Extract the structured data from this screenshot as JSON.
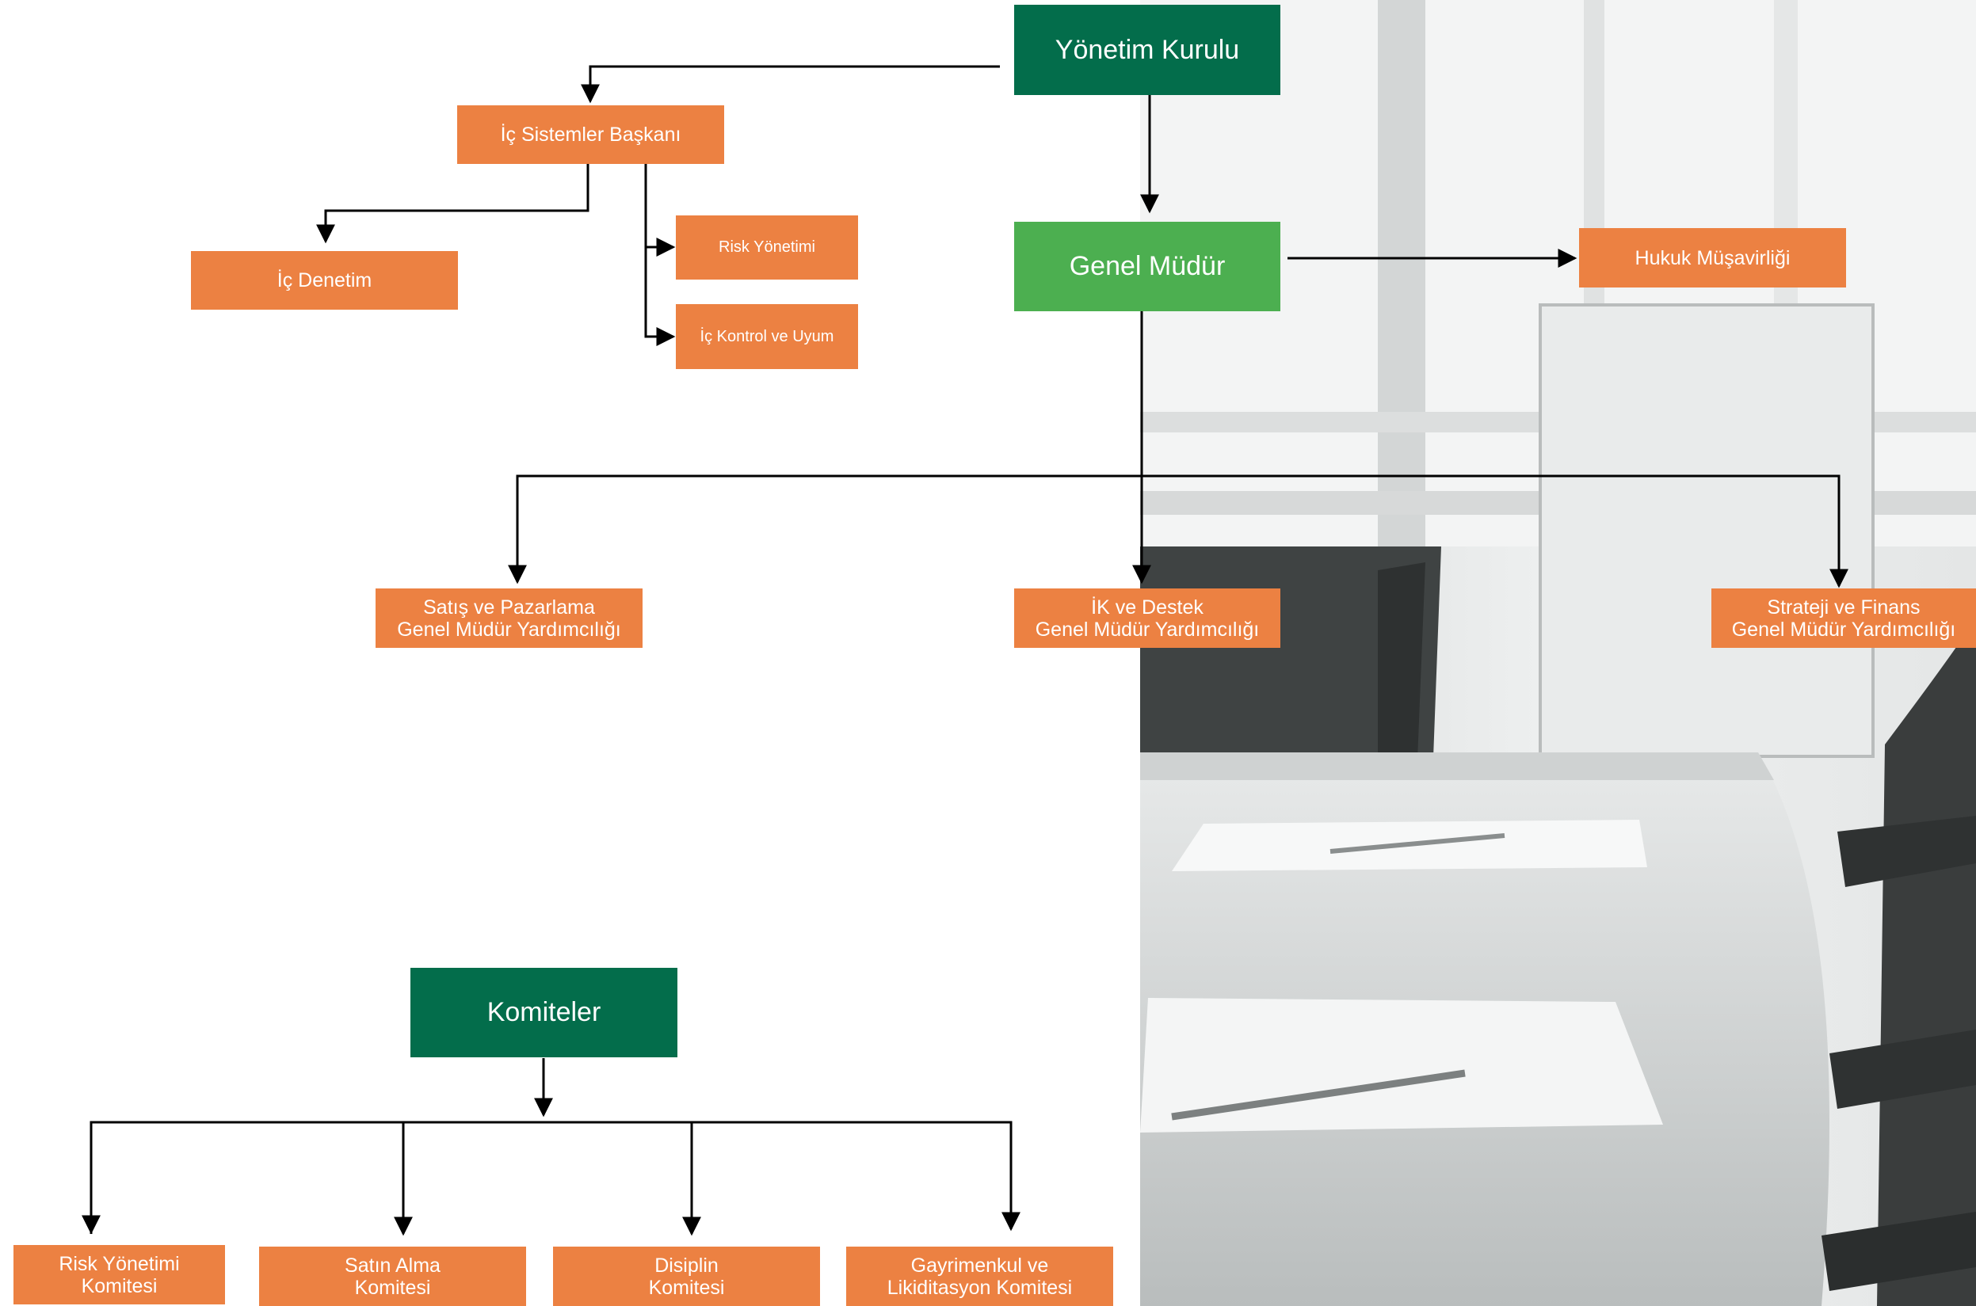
{
  "colors": {
    "dark_green": "#036d4b",
    "green": "#4caf50",
    "orange": "#ec8142",
    "connector": "#000000",
    "text": "#ffffff"
  },
  "board": {
    "label": "Yönetim Kurulu"
  },
  "general_manager": {
    "label": "Genel Müdür"
  },
  "internal_systems": {
    "head": "İç Sistemler Başkanı",
    "audit": "İç Denetim",
    "risk": "Risk Yönetimi",
    "control": "İç Kontrol ve Uyum"
  },
  "legal": {
    "label": "Hukuk Müşavirliği"
  },
  "deputies": [
    {
      "line1": "Satış ve Pazarlama",
      "line2": "Genel Müdür Yardımcılığı"
    },
    {
      "line1": "İK ve Destek",
      "line2": "Genel Müdür Yardımcılığı"
    },
    {
      "line1": "Strateji ve Finans",
      "line2": "Genel Müdür Yardımcılığı"
    }
  ],
  "committees": {
    "label": "Komiteler",
    "items": [
      {
        "line1": "Risk Yönetimi",
        "line2": "Komitesi"
      },
      {
        "line1": "Satın Alma",
        "line2": "Komitesi"
      },
      {
        "line1": "Disiplin",
        "line2": "Komitesi"
      },
      {
        "line1": "Gayrimenkul ve",
        "line2": "Likiditasyon Komitesi"
      }
    ]
  },
  "background": {
    "icon": "meeting-room-photo"
  }
}
